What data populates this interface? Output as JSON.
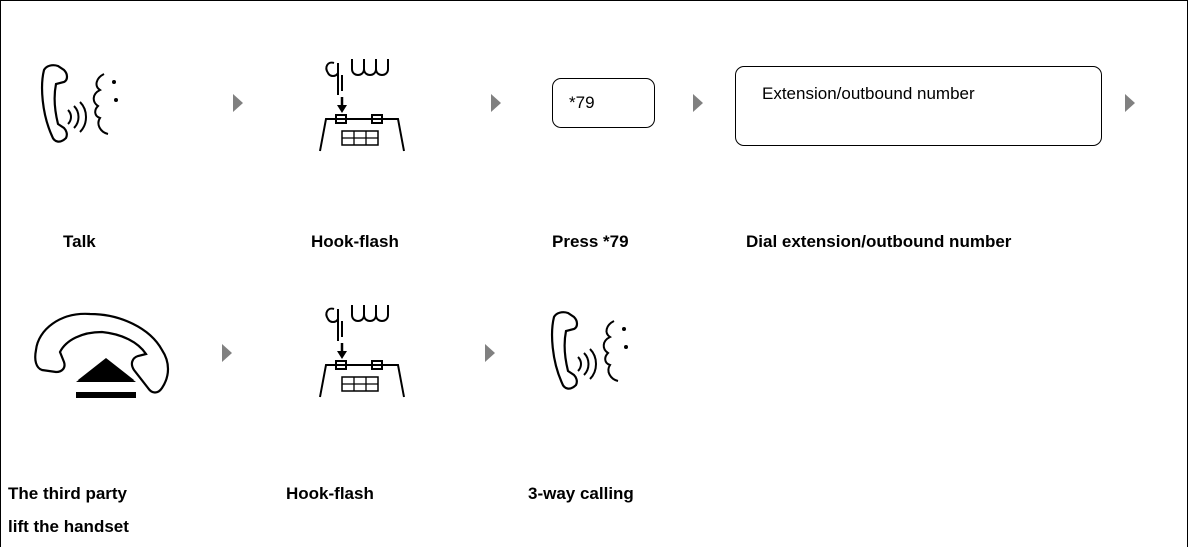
{
  "row1": {
    "steps": [
      {
        "label": "Talk",
        "icon": "talking-phone-icon"
      },
      {
        "label": "Hook-flash",
        "icon": "hook-flash-icon"
      },
      {
        "label": "Press *79",
        "icon": "key-box",
        "box_text": "*79"
      },
      {
        "label": "Dial extension/outbound number",
        "icon": "key-box",
        "box_text": "Extension/outbound number"
      }
    ]
  },
  "row2": {
    "steps": [
      {
        "label_line1": "The third party",
        "label_line2": "lift the handset",
        "icon": "lift-handset-icon"
      },
      {
        "label": "Hook-flash",
        "icon": "hook-flash-icon"
      },
      {
        "label": "3-way calling",
        "icon": "talking-phone-icon"
      }
    ]
  },
  "colors": {
    "arrow": "#808080",
    "line": "#000000"
  }
}
